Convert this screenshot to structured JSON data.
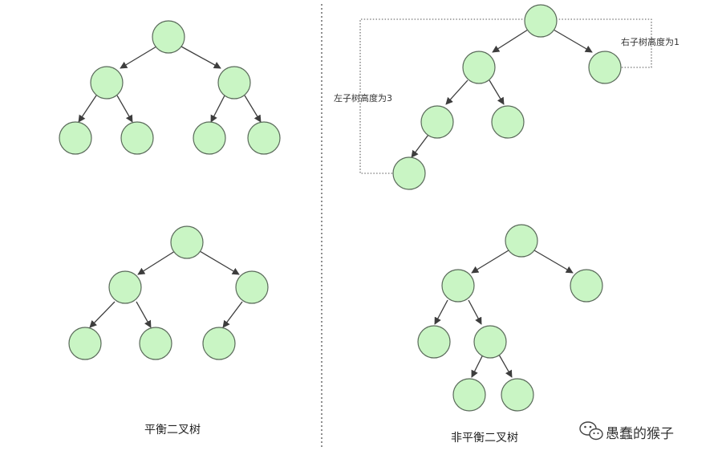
{
  "captions": {
    "balanced": "平衡二叉树",
    "unbalanced": "非平衡二叉树"
  },
  "annotations": {
    "left_height": "左子树高度为3",
    "right_height": "右子树高度为1"
  },
  "watermark": {
    "text": "愚蠢的猴子",
    "icon": "wechat-icon"
  },
  "colors": {
    "node_fill": "#c9f5c4",
    "node_stroke": "#5a6a5a",
    "edge": "#3d3d3d"
  }
}
